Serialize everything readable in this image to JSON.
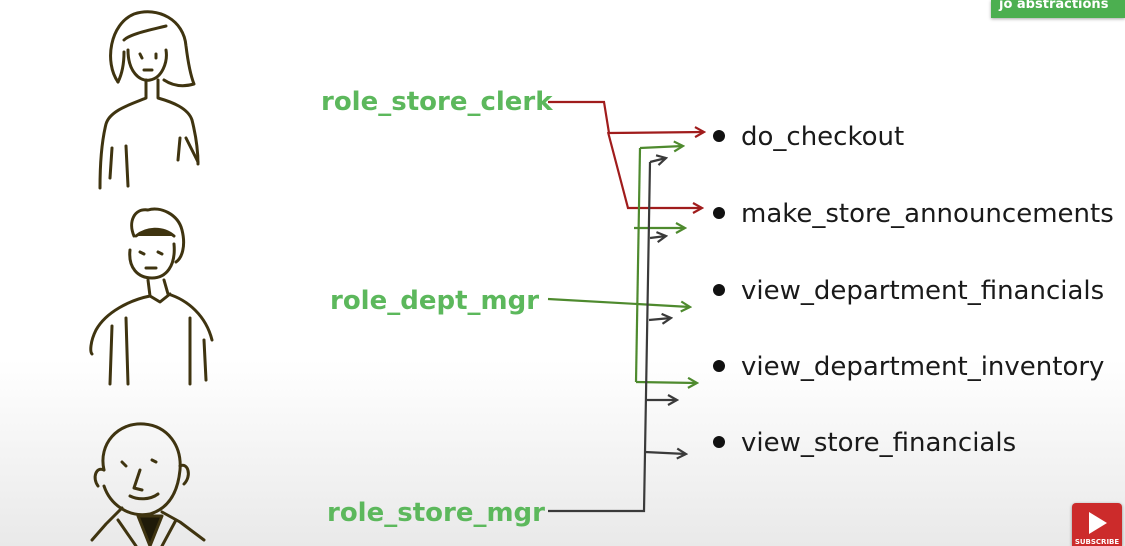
{
  "corner_badge": "jo abstractions",
  "roles": {
    "store_clerk": "role_store_clerk",
    "dept_mgr": "role_dept_mgr",
    "store_mgr": "role_store_mgr"
  },
  "permissions": [
    "do_checkout",
    "make_store_announcements",
    "view_department_financials",
    "view_department_inventory",
    "view_store_financials"
  ],
  "colors": {
    "role_text": "#5cb85c",
    "clerk_arrows": "#a01c1c",
    "dept_mgr_arrows": "#4e8a2e",
    "store_mgr_arrows": "#3a3a3a",
    "figure_stroke": "#3f3410"
  },
  "subscribe_label": "SUBSCRIBE",
  "icons": [
    "person-woman-icon",
    "person-man-icon",
    "person-manager-icon",
    "play-icon"
  ]
}
